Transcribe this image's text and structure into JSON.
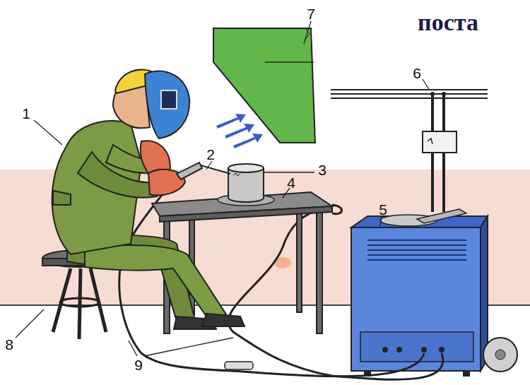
{
  "diagram": {
    "title": "поста",
    "labels": [
      "1",
      "2",
      "3",
      "4",
      "5",
      "6",
      "7",
      "8",
      "9"
    ]
  }
}
